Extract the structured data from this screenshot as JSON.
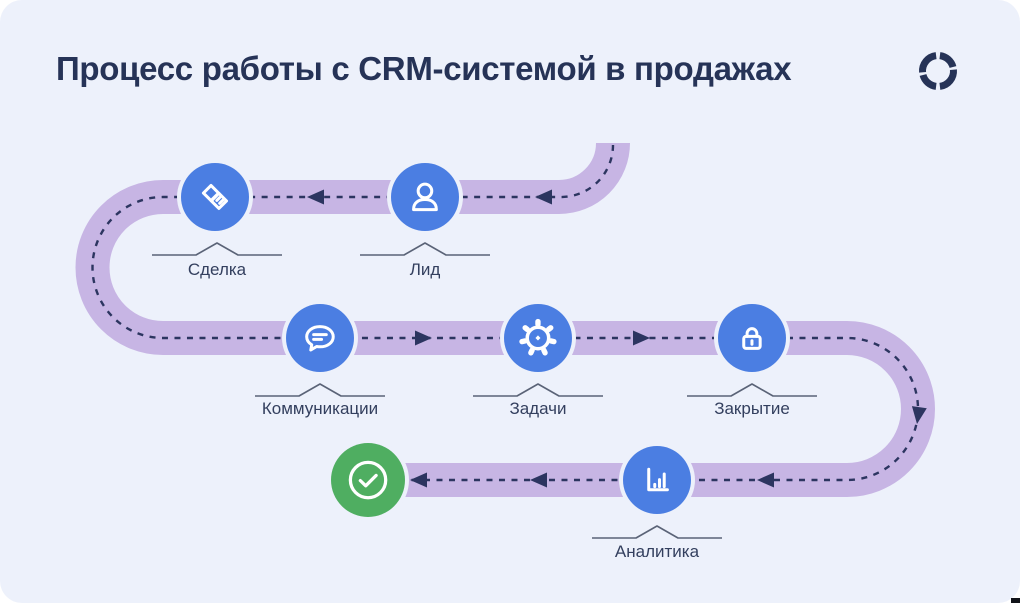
{
  "title": "Процесс работы с CRM-системой в продажах",
  "brand": {
    "logo": "shutter-circle-logo"
  },
  "flow": {
    "direction_note": "start top-right, serpentine left-right-left, ends at green check",
    "nodes": [
      {
        "label": "Лид",
        "icon": "user-icon"
      },
      {
        "label": "Сделка",
        "icon": "handshake-icon"
      },
      {
        "label": "Коммуникации",
        "icon": "chat-bubble-icon"
      },
      {
        "label": "Задачи",
        "icon": "gear-icon"
      },
      {
        "label": "Закрытие",
        "icon": "lock-icon"
      },
      {
        "label": "Аналитика",
        "icon": "bar-chart-icon"
      },
      {
        "label": "",
        "icon": "check-circle-icon"
      }
    ]
  },
  "colors": {
    "background": "#edf1fb",
    "navy": "#263357",
    "label_text": "#333f5e",
    "band_purple": "#c7b5e4",
    "dash_navy": "#2c3560",
    "node_blue": "#4b7ee2",
    "success_green": "#4fae61",
    "line_gray": "#5a6377"
  }
}
